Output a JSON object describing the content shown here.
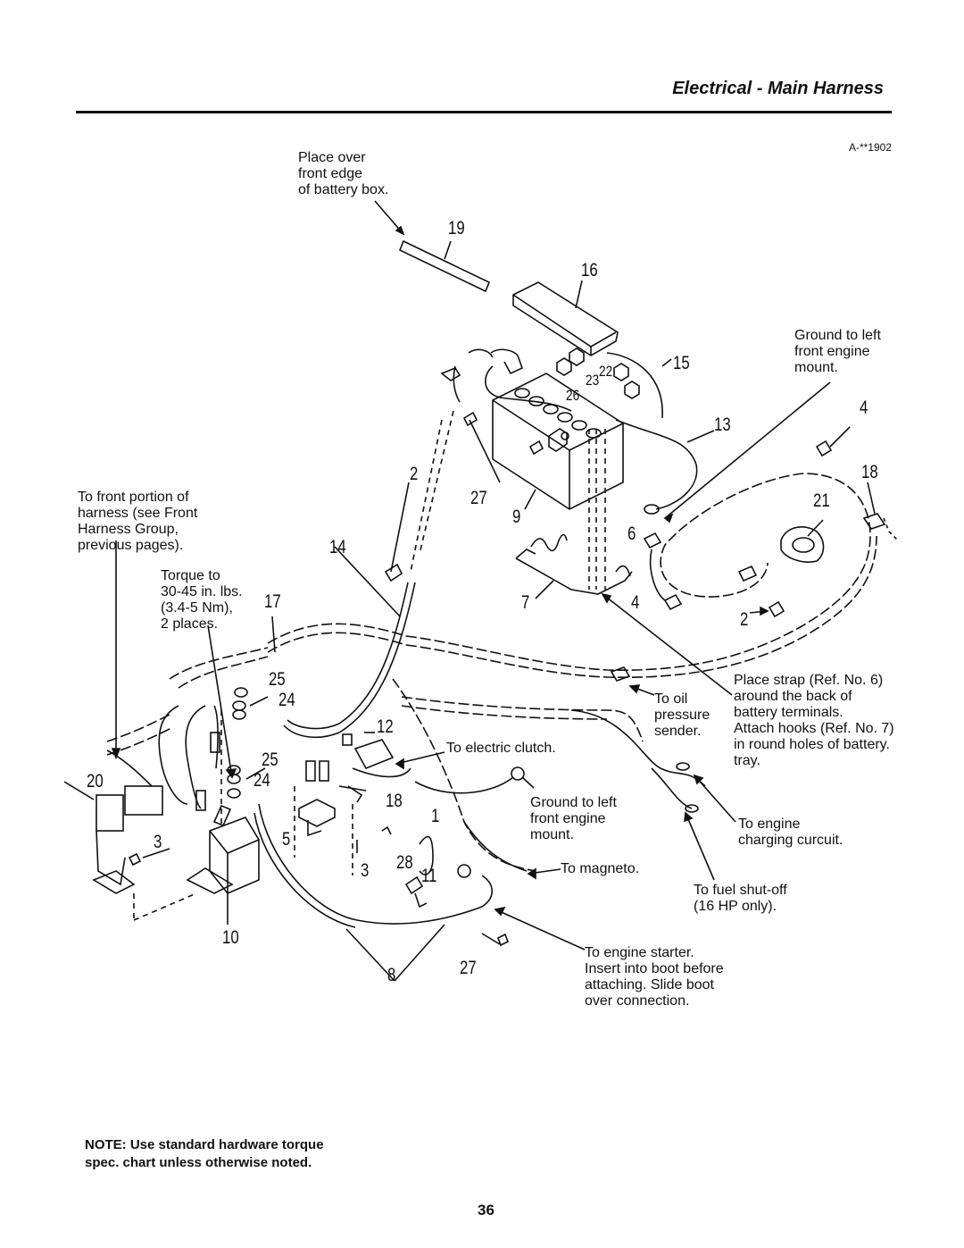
{
  "header": {
    "title": "Electrical - Main Harness",
    "figure_id": "A-**1902"
  },
  "callouts": {
    "place_over": "Place over\nfront edge\nof battery box.",
    "ground_top": "Ground to left\nfront engine\nmount.",
    "front_portion": "To front portion of\nharness (see Front\nHarness Group,\nprevious pages).",
    "torque": "Torque to\n30-45 in. lbs.\n(3.4-5 Nm),\n2 places.",
    "oil_pressure": "To oil\npressure\nsender.",
    "place_strap": "Place strap (Ref. No. 6)\naround the back of\nbattery terminals.\nAttach hooks (Ref. No. 7)\nin round holes of battery.\ntray.",
    "electric_clutch": "To electric clutch.",
    "ground_mid": "Ground to left\nfront engine\nmount.",
    "engine_charging": "To engine\ncharging curcuit.",
    "magneto": "To magneto.",
    "fuel_shutoff": "To fuel shut-off\n(16 HP only).",
    "engine_starter": "To engine starter.\nInsert into boot before\nattaching. Slide boot\nover connection."
  },
  "part_numbers": {
    "n19": "19",
    "n16": "16",
    "n15": "15",
    "n22": "22",
    "n23": "23",
    "n26": "26",
    "n13": "13",
    "n4a": "4",
    "n18a": "18",
    "n2a": "2",
    "n27a": "27",
    "n9": "9",
    "n21": "21",
    "n6": "6",
    "n14": "14",
    "n17": "17",
    "n7": "7",
    "n4b": "4",
    "n2b": "2",
    "n25a": "25",
    "n24a": "24",
    "n12": "12",
    "n25b": "25",
    "n24b": "24",
    "n20": "20",
    "n18b": "18",
    "n1": "1",
    "n3a": "3",
    "n5": "5",
    "n3b": "3",
    "n28": "28",
    "n11": "11",
    "n10": "10",
    "n8": "8",
    "n27b": "27"
  },
  "note": "NOTE: Use standard hardware torque\nspec. chart unless otherwise noted.",
  "page_number": "36"
}
